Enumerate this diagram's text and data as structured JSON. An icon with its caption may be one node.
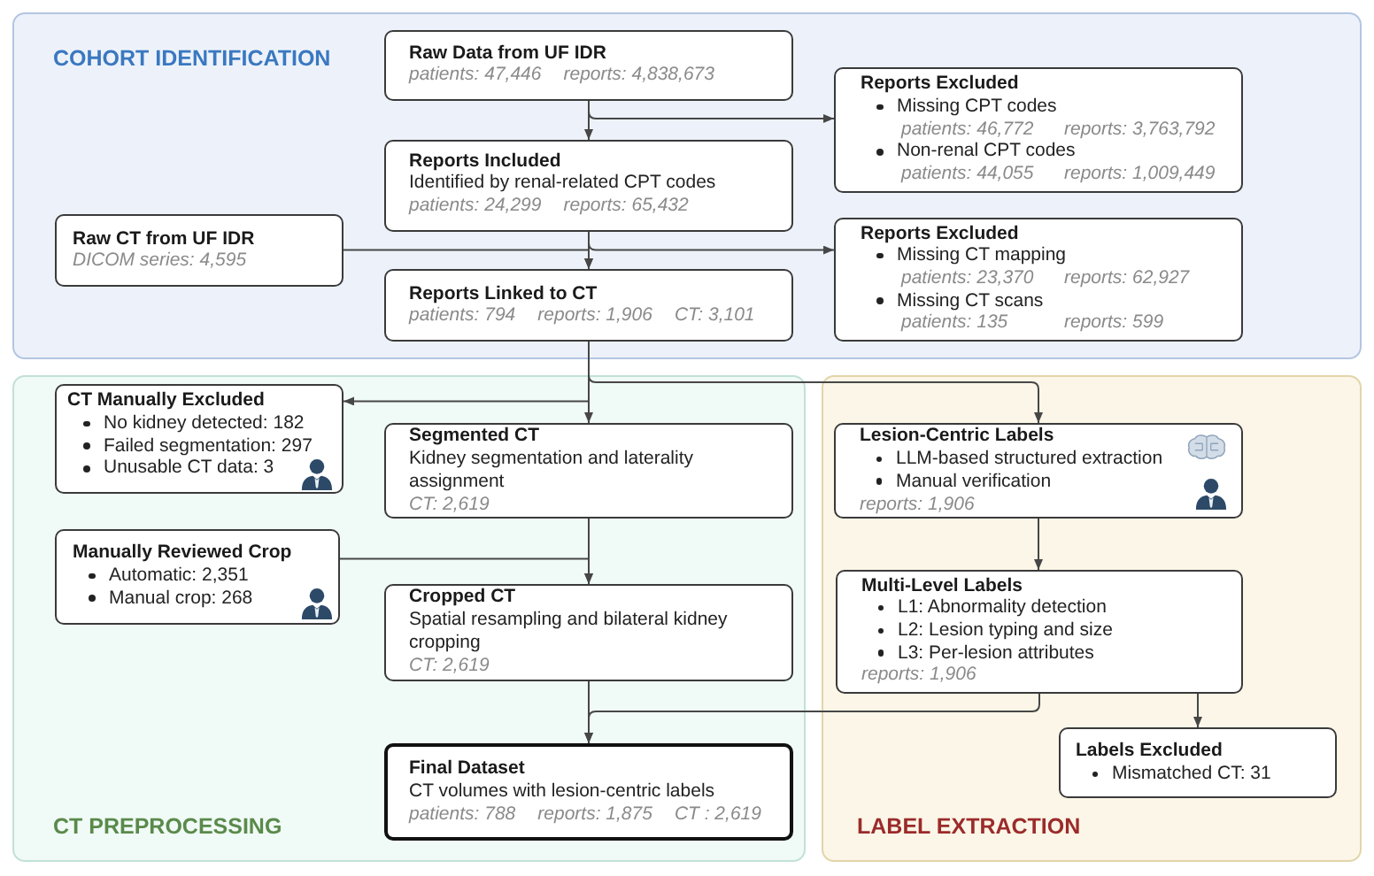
{
  "diagram": {
    "nodes": [
      {
        "text": [
          "COHORT IDENTIFICATION"
        ]
      },
      {
        "text": [
          "Raw Data from UF IDR",
          "patients: 47,446",
          "reports: 4,838,673"
        ],
        "in": 0
      },
      {
        "text": [
          "Reports Included",
          "Identified by renal-related CPT codes",
          "patients: 24,299",
          "reports: 65,432"
        ],
        "in": 0
      },
      {
        "text": [
          "Reports Excluded",
          "Missing CPT codes",
          "patients: 46,772",
          "reports: 3,763,792",
          "Non-renal CPT codes",
          "patients: 44,055",
          "reports: 1,009,449"
        ],
        "in": 0
      },
      {
        "text": [
          "Raw CT from UF IDR",
          "DICOM series: 4,595"
        ],
        "in": 0
      },
      {
        "text": [
          "Reports Linked to CT",
          "patients: 794",
          "reports: 1,906",
          "CT: 3,101"
        ],
        "in": 0
      },
      {
        "text": [
          "Reports Excluded",
          "Missing CT mapping",
          "patients: 23,370",
          "reports: 62,927",
          "Missing CT scans",
          "patients: 135",
          "reports: 599"
        ],
        "in": 0
      },
      {
        "text": [
          "CT PREPROCESSING"
        ]
      },
      {
        "text": [
          "CT Manually Excluded",
          "No kidney detected: 182",
          "Failed segmentation: 297",
          "Unusable CT data: 3"
        ],
        "in": 7
      },
      {
        "text": [
          "Segmented CT",
          "Kidney segmentation and laterality assignment",
          "CT: 2,619"
        ],
        "in": 7
      },
      {
        "text": [
          "Manually Reviewed Crop",
          "Automatic: 2,351",
          "Manual crop: 268"
        ],
        "in": 7
      },
      {
        "text": [
          "Cropped CT",
          "Spatial resampling and bilateral kidney cropping",
          "CT: 2,619"
        ],
        "in": 7
      },
      {
        "text": [
          "Final Dataset",
          "CT volumes with lesion-centric labels",
          "patients: 788",
          "reports: 1,875",
          "CT : 2,619"
        ],
        "in": 7
      },
      {
        "text": [
          "LABEL EXTRACTION"
        ]
      },
      {
        "text": [
          "Lesion-Centric Labels",
          "LLM-based structured extraction",
          "Manual verification",
          "reports: 1,906"
        ],
        "in": 13
      },
      {
        "text": [
          "Multi-Level Labels",
          "L1: Abnormality detection",
          "L2: Lesion typing and size",
          "L3: Per-lesion attributes",
          "reports: 1,906"
        ],
        "in": 13
      },
      {
        "text": [
          "Labels Excluded",
          "Mismatched CT: 31"
        ],
        "in": 13
      }
    ],
    "edges": [
      {
        "from": 1,
        "to": 2,
        "arrow": "to"
      },
      {
        "from": 1,
        "to": 3,
        "arrow": "to"
      },
      {
        "from": 2,
        "to": 5,
        "arrow": "to"
      },
      {
        "from": 4,
        "to": 5,
        "arrow": "to"
      },
      {
        "from": 2,
        "to": 6,
        "arrow": "to"
      },
      {
        "from": 5,
        "to": 9,
        "arrow": "to"
      },
      {
        "from": 5,
        "to": 8,
        "arrow": "to"
      },
      {
        "from": 5,
        "to": 14,
        "arrow": "to"
      },
      {
        "from": 9,
        "to": 11,
        "arrow": "to"
      },
      {
        "from": 10,
        "to": 11,
        "arrow": "to"
      },
      {
        "from": 11,
        "to": 12,
        "arrow": "to"
      },
      {
        "from": 14,
        "to": 15,
        "arrow": "to"
      },
      {
        "from": 15,
        "to": 12,
        "arrow": "to"
      },
      {
        "from": 15,
        "to": 16,
        "arrow": "to"
      }
    ]
  }
}
